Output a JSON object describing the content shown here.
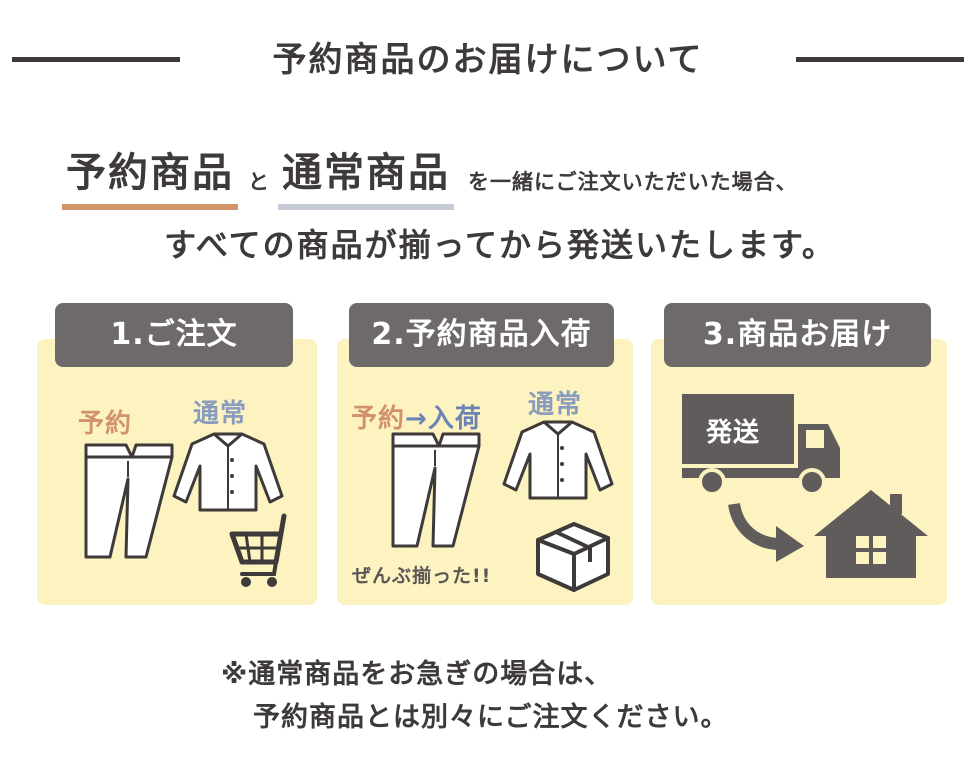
{
  "heading": "予約商品のお届けについて",
  "intro": {
    "reserved": "予約商品",
    "connector": "と",
    "regular": "通常商品",
    "rest": "を一緒にご注文いただいた場合、",
    "line2": "すべての商品が揃ってから発送いたします。"
  },
  "steps": [
    {
      "title": "1.ご注文",
      "label_reserved": "予約",
      "label_regular": "通常"
    },
    {
      "title": "2.予約商品入荷",
      "label_reserved": "予約",
      "label_arrow": "→",
      "label_arrived": "入荷",
      "label_regular": "通常",
      "caption": "ぜんぶ揃った!!"
    },
    {
      "title": "3.商品お届け",
      "truck_label": "発送"
    }
  ],
  "note": {
    "line1": "※通常商品をお急ぎの場合は、",
    "line2": "予約商品とは別々にご注文ください。"
  },
  "colors": {
    "accent_orange": "#d2926a",
    "accent_gray": "#c6cad6",
    "panel_bg": "#fcf3c0",
    "tab_bg": "#6d6a69",
    "text": "#3d3a39"
  },
  "icons": [
    "pants-icon",
    "shirt-icon",
    "shopping-cart-icon",
    "box-icon",
    "truck-icon",
    "curved-arrow-icon",
    "house-icon"
  ]
}
